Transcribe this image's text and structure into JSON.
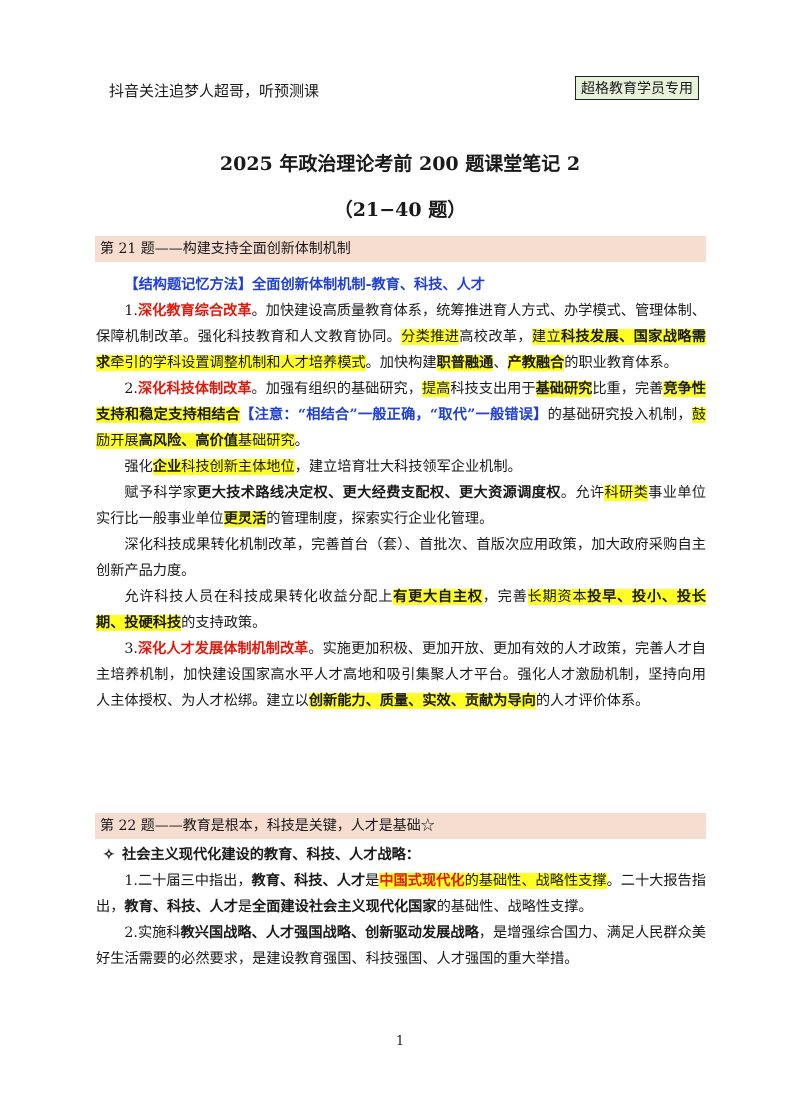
{
  "header": {
    "left_text": "抖音关注追梦人超哥，听预测课",
    "badge": "超格教育学员专用"
  },
  "title": {
    "line1": "2025 年政治理论考前 200 题课堂笔记 2",
    "line2": "（21−40 题）"
  },
  "q21": {
    "heading": "第 21 题——构建支持全面创新体制机制",
    "method": "【结构题记忆方法】全面创新体制机制-教育、科技、人才",
    "p1": {
      "num": "1.",
      "red": "深化教育综合改革",
      "t1": "。加快建设高质量教育体系，统筹推进育人方式、办学模式、管理体制、保障机制改革。强化科技教育和人文教育协同。",
      "h1": "分类推进",
      "t2": "高校改革，",
      "h2": "建立",
      "h3": "科技发展、国家战略需求",
      "h4": "牵引的学科设置调整机制和人才培养模式",
      "t3": "。加快构建",
      "h5": "职普融通",
      "t4": "、",
      "h6": "产教融合",
      "t5": "的职业教育体系。"
    },
    "p2": {
      "num": "2.",
      "red": "深化科技体制改革",
      "t1": "。加强有组织的基础研究，",
      "h1": "提高",
      "t2": "科技支出用于",
      "h2": "基础研究",
      "t3": "比重，完善",
      "h3": "竞争性支持和稳定支持相结合",
      "blue": "【注意：“相结合”一般正确，“取代”一般错误】",
      "t4": "的基础研究投入机制，",
      "h4": "鼓励开展",
      "h5": "高风险、高价值",
      "h6": "基础研究",
      "t5": "。"
    },
    "p3": {
      "t1": "强化",
      "h1": "企业",
      "h2": "科技创新主体地位",
      "t2": "，建立培育壮大科技领军企业机制。"
    },
    "p4": {
      "t1": "赋予科学家",
      "b1": "更大技术路线决定权、更大经费支配权、更大资源调度权",
      "t2": "。允许",
      "h1": "科研类",
      "t3": "事业单位实行比一般事业单位",
      "h2": "更灵活",
      "t4": "的管理制度，探索实行企业化管理。"
    },
    "p5": {
      "t1": "深化科技成果转化机制改革，完善首台（套）、首批次、首版次应用政策，加大政府采购自主创新产品力度。"
    },
    "p6": {
      "t1": "允许科技人员在科技成果转化收益分配上",
      "h1": "有更大自主权",
      "t2": "，完善",
      "h2": "长期资本",
      "h3": "投早、投小、投长期、投硬科技",
      "t3": "的支持政策。"
    },
    "p7": {
      "num": "3.",
      "red": "深化人才发展体制机制改革",
      "t1": "。实施更加积极、更加开放、更加有效的人才政策，完善人才自主培养机制，加快建设国家高水平人才高地和吸引集聚人才平台。强化人才激励机制，坚持向用人主体授权、为人才松绑。建立以",
      "h1": "创新能力、质量、实效、贡献为导向",
      "t2": "的人才评价体系。"
    }
  },
  "q22": {
    "heading": "第 22 题——教育是根本，科技是关键，人才是基础☆",
    "bullet_symbol": "✧",
    "bullet": "社会主义现代化建设的教育、科技、人才战略：",
    "p1": {
      "t1": "1.二十届三中指出，",
      "b1": "教育、科技、人才",
      "t2": "是",
      "h1": "中国式现代化",
      "h2": "的基础性、战略性支撑",
      "t3": "。二十大报告指出，",
      "b2": "教育、科技、人才",
      "t4": "是",
      "b3": "全面建设社会主义现代化国家",
      "t5": "的基础性、战略性支撑。"
    },
    "p2": {
      "t1": "2.实施科",
      "b1": "教兴国战略、人才强国战略、创新驱动发展战略",
      "t2": "，是增强综合国力、满足人民群众美好生活需要的必然要求，是建设教育强国、科技强国、人才强国的重大举措。"
    }
  },
  "footer": {
    "page_number": "1"
  }
}
